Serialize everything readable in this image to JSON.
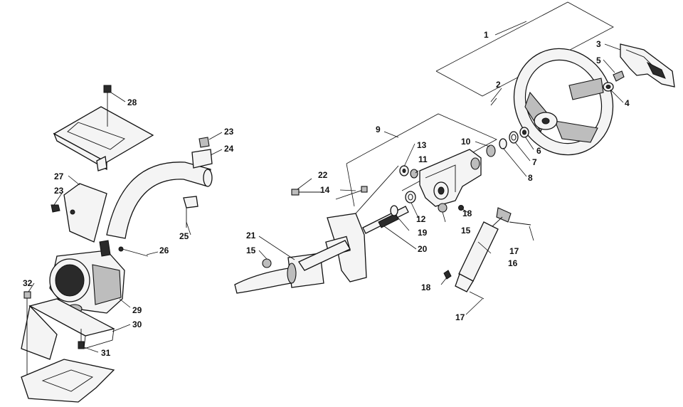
{
  "diagram": {
    "callouts": [
      {
        "id": "c1",
        "text": "1"
      },
      {
        "id": "c2",
        "text": "2"
      },
      {
        "id": "c3",
        "text": "3"
      },
      {
        "id": "c4",
        "text": "4"
      },
      {
        "id": "c5",
        "text": "5"
      },
      {
        "id": "c6",
        "text": "6"
      },
      {
        "id": "c7",
        "text": "7"
      },
      {
        "id": "c8",
        "text": "8"
      },
      {
        "id": "c9",
        "text": "9"
      },
      {
        "id": "c10",
        "text": "10"
      },
      {
        "id": "c11",
        "text": "11"
      },
      {
        "id": "c12",
        "text": "12"
      },
      {
        "id": "c13",
        "text": "13"
      },
      {
        "id": "c14",
        "text": "14"
      },
      {
        "id": "c15a",
        "text": "15"
      },
      {
        "id": "c15b",
        "text": "15"
      },
      {
        "id": "c16",
        "text": "16"
      },
      {
        "id": "c17a",
        "text": "17"
      },
      {
        "id": "c17b",
        "text": "17"
      },
      {
        "id": "c18a",
        "text": "18"
      },
      {
        "id": "c18b",
        "text": "18"
      },
      {
        "id": "c19",
        "text": "19"
      },
      {
        "id": "c20",
        "text": "20"
      },
      {
        "id": "c21",
        "text": "21"
      },
      {
        "id": "c22",
        "text": "22"
      },
      {
        "id": "c23a",
        "text": "23"
      },
      {
        "id": "c23b",
        "text": "23"
      },
      {
        "id": "c24",
        "text": "24"
      },
      {
        "id": "c25",
        "text": "25"
      },
      {
        "id": "c26",
        "text": "26"
      },
      {
        "id": "c27",
        "text": "27"
      },
      {
        "id": "c28",
        "text": "28"
      },
      {
        "id": "c29",
        "text": "29"
      },
      {
        "id": "c30",
        "text": "30"
      },
      {
        "id": "c31",
        "text": "31"
      },
      {
        "id": "c32",
        "text": "32"
      }
    ]
  }
}
